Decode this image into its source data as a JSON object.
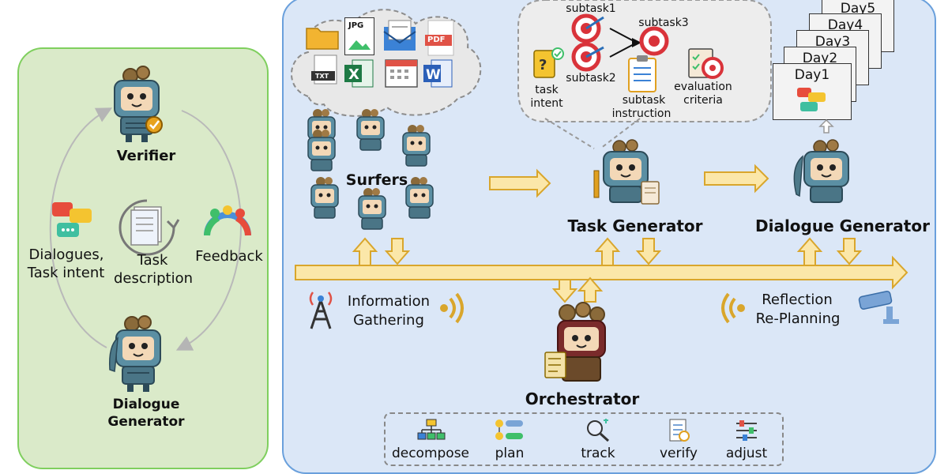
{
  "left_panel": {
    "verifier_label": "Verifier",
    "dialogue_generator_label_line1": "Dialogue",
    "dialogue_generator_label_line2": "Generator",
    "dialogues_label_line1": "Dialogues,",
    "dialogues_label_line2": "Task intent",
    "task_desc_line1": "Task",
    "task_desc_line2": "description",
    "feedback_label": "Feedback"
  },
  "surfers": {
    "label": "Surfers",
    "file_badges": [
      "JPG",
      "PDF",
      "TXT"
    ]
  },
  "task_generator": {
    "label": "Task Generator",
    "subtask1": "subtask1",
    "subtask2": "subtask2",
    "subtask3": "subtask3",
    "task_intent_line1": "task",
    "task_intent_line2": "intent",
    "subtask_instruction_line1": "subtask",
    "subtask_instruction_line2": "instruction",
    "evaluation_line1": "evaluation",
    "evaluation_line2": "criteria"
  },
  "dialogue_generator": {
    "label": "Dialogue Generator",
    "days": [
      "Day5",
      "Day4",
      "Day3",
      "Day2",
      "Day1"
    ]
  },
  "bus": {
    "info_line1": "Information",
    "info_line2": "Gathering",
    "reflection_line1": "Reflection",
    "reflection_line2": "Re-Planning"
  },
  "orchestrator": {
    "label": "Orchestrator",
    "tools": [
      "decompose",
      "plan",
      "track",
      "verify",
      "adjust"
    ]
  },
  "colors": {
    "left_bg": "#daeac9",
    "left_border": "#7fcf5e",
    "right_bg": "#dbe7f7",
    "right_border": "#6aa0dc",
    "arrow_fill": "#fbe7a9",
    "arrow_stroke": "#d9a62c",
    "robot_teal": "#5b8fa3",
    "robot_maroon": "#7a2b2b",
    "target_red": "#d9333a"
  }
}
